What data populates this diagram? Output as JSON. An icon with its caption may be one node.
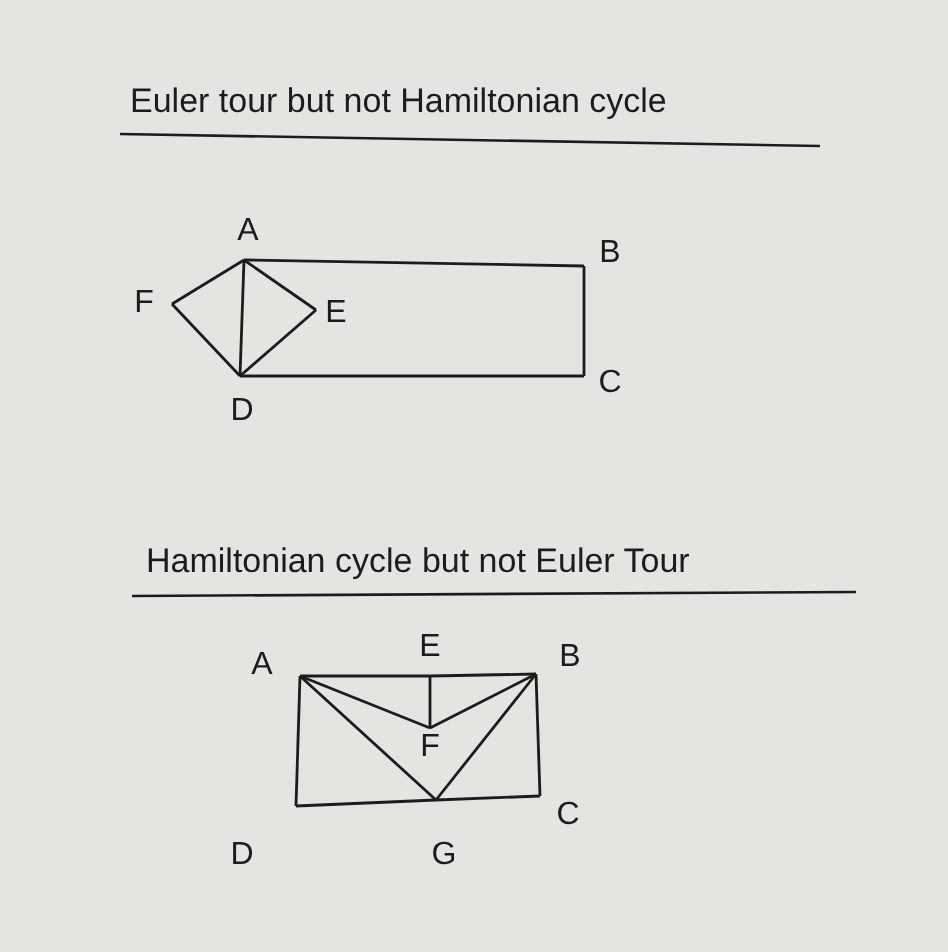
{
  "diagram": {
    "nodes": [
      {
        "text": [
          "A"
        ]
      },
      {
        "text": [
          "B"
        ]
      },
      {
        "text": [
          "F"
        ]
      },
      {
        "text": [
          "E"
        ]
      },
      {
        "text": [
          "C"
        ]
      },
      {
        "text": [
          "D"
        ]
      },
      {
        "text": [
          "A"
        ]
      },
      {
        "text": [
          "E"
        ]
      },
      {
        "text": [
          "B"
        ]
      },
      {
        "text": [
          "F"
        ]
      },
      {
        "text": [
          "C"
        ]
      },
      {
        "text": [
          "D"
        ]
      },
      {
        "text": [
          "G"
        ]
      }
    ],
    "edges": [
      {
        "from": 0,
        "to": 2,
        "arrow": "none"
      },
      {
        "from": 0,
        "to": 3,
        "arrow": "none"
      },
      {
        "from": 0,
        "to": 5,
        "arrow": "none"
      },
      {
        "from": 2,
        "to": 5,
        "arrow": "none"
      },
      {
        "from": 3,
        "to": 5,
        "arrow": "none"
      },
      {
        "from": 0,
        "to": 1,
        "arrow": "none"
      },
      {
        "from": 1,
        "to": 4,
        "arrow": "none"
      },
      {
        "from": 4,
        "to": 5,
        "arrow": "none"
      },
      {
        "from": 6,
        "to": 7,
        "arrow": "none"
      },
      {
        "from": 7,
        "to": 8,
        "arrow": "none"
      },
      {
        "from": 7,
        "to": 9,
        "arrow": "none"
      },
      {
        "from": 6,
        "to": 9,
        "arrow": "none"
      },
      {
        "from": 9,
        "to": 8,
        "arrow": "none"
      },
      {
        "from": 6,
        "to": 12,
        "arrow": "none"
      },
      {
        "from": 8,
        "to": 12,
        "arrow": "none"
      },
      {
        "from": 6,
        "to": 11,
        "arrow": "none"
      },
      {
        "from": 11,
        "to": 12,
        "arrow": "none"
      },
      {
        "from": 12,
        "to": 10,
        "arrow": "none"
      },
      {
        "from": 8,
        "to": 10,
        "arrow": "none"
      }
    ],
    "labels": [
      "Euler tour but not Hamiltonian cycle",
      "Hamiltonian cycle but not Euler Tour"
    ]
  }
}
